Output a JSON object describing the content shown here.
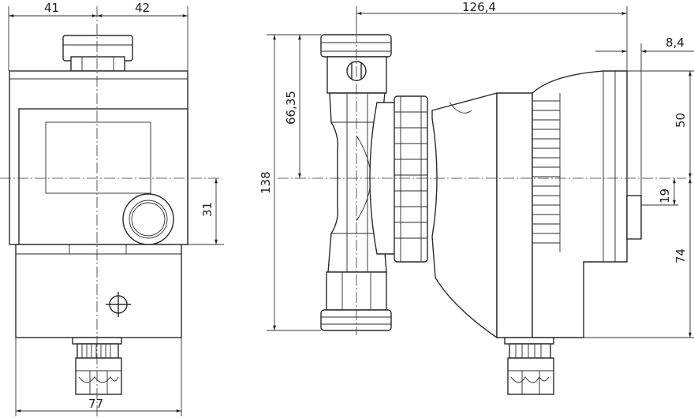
{
  "front_view": {
    "dim_top_left": "41",
    "dim_top_right": "42",
    "dim_right_vertical": "31",
    "dim_bottom": "77"
  },
  "side_view": {
    "dim_top_length": "126,4",
    "dim_top_right": "8,4",
    "dim_left_overall_height": "138",
    "dim_left_upper": "66,35",
    "dim_right_upper": "50",
    "dim_right_small": "19",
    "dim_right_lower": "74"
  }
}
